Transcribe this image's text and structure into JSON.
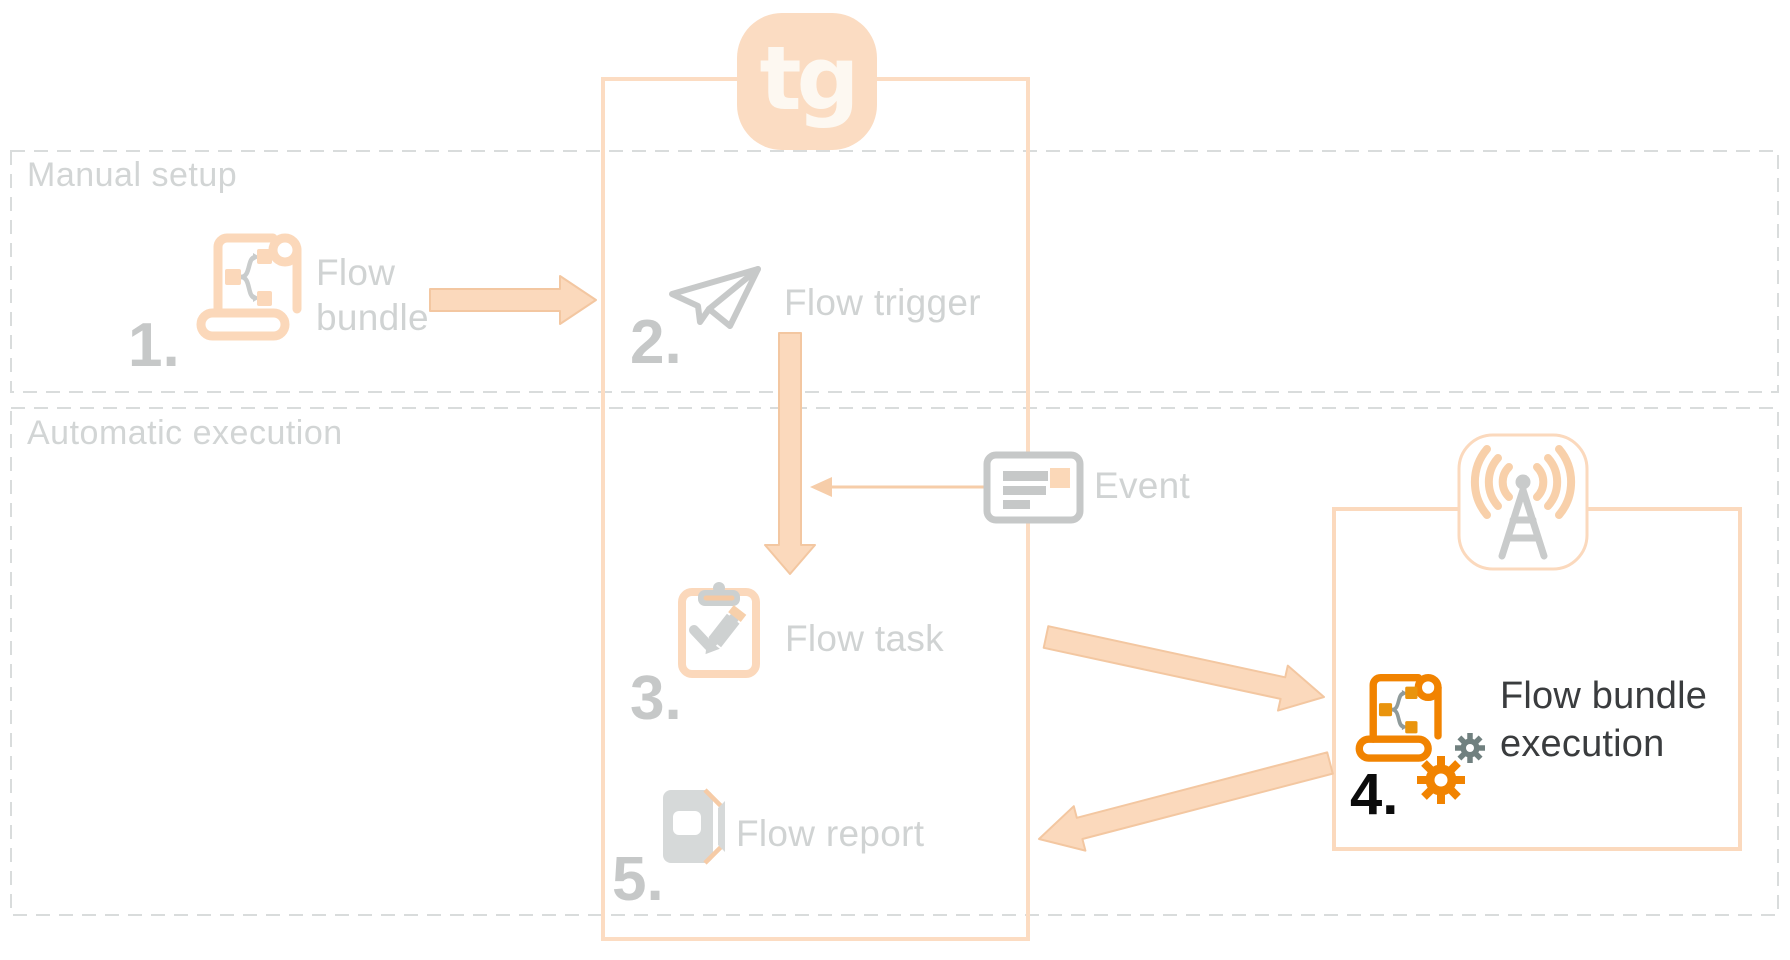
{
  "sections": {
    "manual": "Manual setup",
    "automatic": "Automatic execution"
  },
  "logo": "tg",
  "steps": {
    "bundle": {
      "num": "1.",
      "label": "Flow bundle"
    },
    "trigger": {
      "num": "2.",
      "label": "Flow trigger"
    },
    "task": {
      "num": "3.",
      "label": "Flow task"
    },
    "execution": {
      "num": "4.",
      "label": "Flow bundle execution"
    },
    "report": {
      "num": "5.",
      "label": "Flow report"
    }
  },
  "event_label": "Event",
  "colors": {
    "peach_fill": "#fbd9bc",
    "peach_border": "#f3c7a1",
    "peach_light": "#fcdcc2",
    "orange": "#f18300",
    "amber": "#e9940d",
    "icon_gray": "#c7c9c9",
    "label_gray": "#d0d3d3",
    "dark_text": "#3a3c3e",
    "gear_slate": "#70807f",
    "dash_gray": "#d9dcdc"
  }
}
